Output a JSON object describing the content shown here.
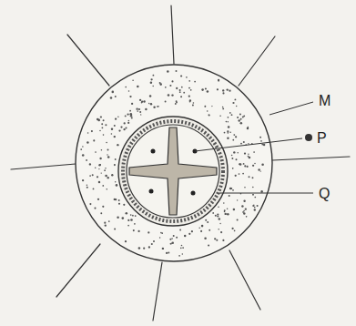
{
  "diagram": {
    "labels": [
      "M",
      "P",
      "Q"
    ]
  }
}
